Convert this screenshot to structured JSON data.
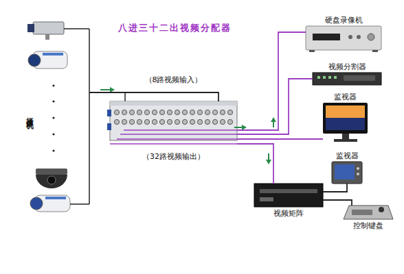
{
  "diagram": {
    "title": "八进三十二出视频分配器",
    "nodes": [
      {
        "text": [
          "摄像机"
        ]
      },
      {
        "text": [
          "（8路视频输入）",
          "（32路视频输出）"
        ]
      },
      {
        "text": [
          "硬盘录像机"
        ]
      },
      {
        "text": [
          "视频分割器"
        ]
      },
      {
        "text": [
          "监视器"
        ]
      },
      {
        "text": [
          "监视器"
        ]
      },
      {
        "text": [
          "视频矩阵"
        ]
      },
      {
        "text": [
          "控制键盘"
        ]
      }
    ],
    "edges": [
      {
        "from": 0,
        "to": 1,
        "arrow": "none"
      },
      {
        "from": 1,
        "to": 2,
        "arrow": "none"
      },
      {
        "from": 1,
        "to": 3,
        "arrow": "none"
      },
      {
        "from": 1,
        "to": 4,
        "arrow": "none"
      },
      {
        "from": 1,
        "to": 6,
        "arrow": "none"
      },
      {
        "from": 6,
        "to": 5,
        "arrow": "none"
      },
      {
        "from": 6,
        "to": 7,
        "arrow": "none"
      }
    ]
  }
}
